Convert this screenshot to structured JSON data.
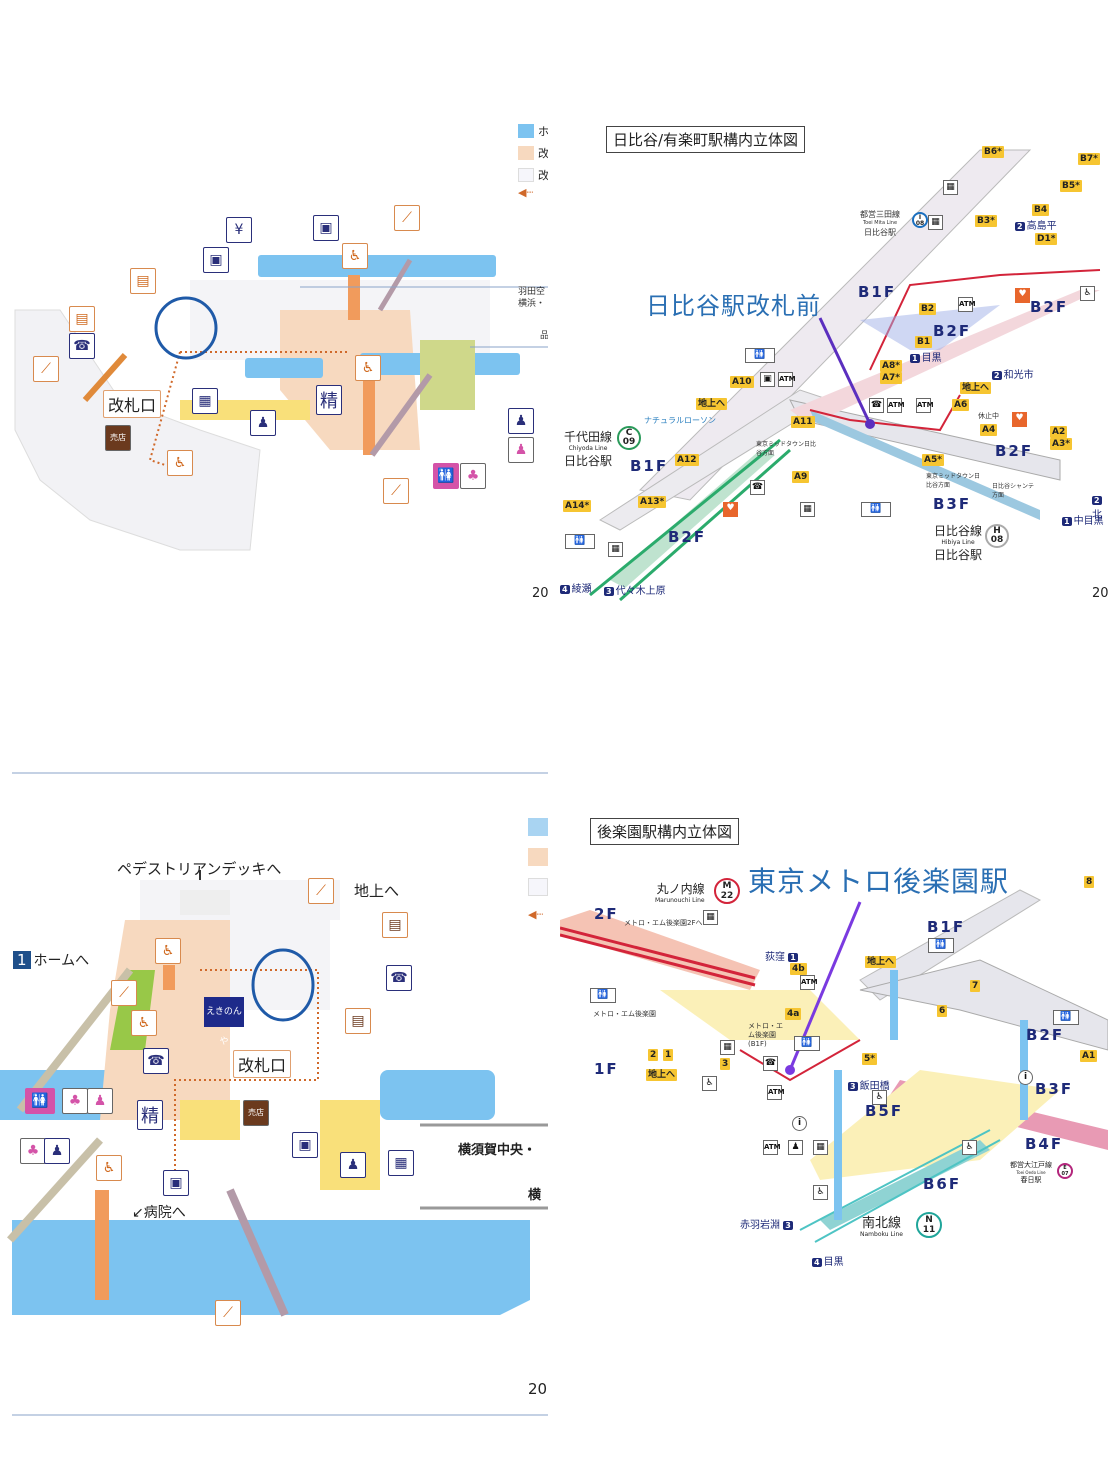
{
  "top_left": {
    "legend": [
      "ホ",
      "改",
      "改"
    ],
    "gate_label": "改札口",
    "shop_label": "売店",
    "seisan_label": "精",
    "dest_1": "羽田空",
    "dest_2": "横浜・",
    "dest_3": "品",
    "page_number": "20"
  },
  "top_right": {
    "title": "日比谷/有楽町駅構内立体図",
    "annotation": "日比谷駅改札前",
    "floors": [
      "B1F",
      "B2F",
      "B2F",
      "B1F",
      "B2F",
      "B3F",
      "B2F"
    ],
    "exits": [
      "B6*",
      "B7*",
      "B5*",
      "B4",
      "B3*",
      "D1*",
      "B2",
      "B1",
      "A8*",
      "A7*",
      "A10",
      "地上へ",
      "A11",
      "A12",
      "A13*",
      "A14*",
      "A9",
      "地上へ",
      "A6",
      "A4",
      "A5*",
      "A2",
      "A3*"
    ],
    "mita_line": {
      "name": "都営三田線",
      "en": "Toei Mita Line",
      "code": "I",
      "number": "08",
      "station": "日比谷駅"
    },
    "chiyoda_line": {
      "name": "千代田線",
      "en": "Chiyoda Line",
      "code": "C",
      "number": "09",
      "station": "日比谷駅"
    },
    "hibiya_line": {
      "name": "日比谷線",
      "en": "Hibiya Line",
      "code": "H",
      "number": "08",
      "station": "日比谷駅"
    },
    "directions": [
      {
        "num": "2",
        "label": "高島平"
      },
      {
        "num": "1",
        "label": "目黒"
      },
      {
        "num": "2",
        "label": "和光市"
      },
      {
        "num": "4",
        "label": "綾瀬"
      },
      {
        "num": "3",
        "label": "代々木上原"
      },
      {
        "num": "2",
        "label": "北"
      },
      {
        "num": "1",
        "label": "中目黒"
      }
    ],
    "shop_label": "ナチュラルローソン",
    "closed_label": "休止中",
    "midtown_label": "東京ミッドタウン日比谷方面",
    "chanter_label": "日比谷シャンテ方面",
    "page_number": "20"
  },
  "bottom_left": {
    "deck_label": "ペデストリアンデッキへ",
    "ground_label": "地上へ",
    "platform_num": "1",
    "platform_label": "ホームへ",
    "shop_name": "えきのんや",
    "gate_label": "改札口",
    "seisan_label": "精",
    "kiosk_label": "売店",
    "hospital_label": "病院へ",
    "dest_1": "横須賀中央・",
    "dest_2": "横",
    "page_number": "20"
  },
  "bottom_right": {
    "title": "後楽園駅構内立体図",
    "annotation": "東京メトロ後楽園駅",
    "marunouchi_line": {
      "name": "丸ノ内線",
      "en": "Marunouchi Line",
      "code": "M",
      "number": "22"
    },
    "namboku_line": {
      "name": "南北線",
      "en": "Namboku Line",
      "code": "N",
      "number": "11"
    },
    "oedo_line": {
      "name": "都営大江戸線",
      "en": "Toei Oedo Line",
      "code": "E",
      "number": "07",
      "station": "春日駅"
    },
    "floors": [
      "2F",
      "1F",
      "B1F",
      "B2F",
      "B3F",
      "B4F",
      "B5F",
      "B6F"
    ],
    "exits": [
      "8",
      "4b",
      "4a",
      "7",
      "6",
      "5*",
      "A1",
      "2",
      "1",
      "3",
      "地上へ",
      "地上へ"
    ],
    "directions": [
      {
        "num": "1",
        "label": "荻窪"
      },
      {
        "num": "3",
        "label": "飯田橋"
      },
      {
        "num": "3",
        "label": "赤羽岩淵"
      },
      {
        "num": "4",
        "label": "目黒"
      }
    ],
    "metro_m_2f": "メトロ・エム後楽園2Fへ",
    "metro_m": "メトロ・エム後楽園",
    "metro_m_b1f": "メトロ・エム後楽園(B1F)"
  },
  "colors": {
    "platform": "#7cc3f0",
    "concourse": "#f7d9bf",
    "accent_circle": "#1f5aa8",
    "annotation": "#2a6fb3",
    "pointer": "#6a2fd0",
    "floor_label": "#1e2a78",
    "exit": "#f6c531"
  }
}
